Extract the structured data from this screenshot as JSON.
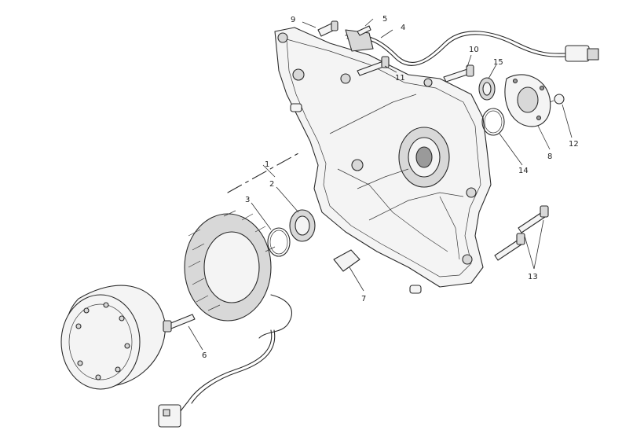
{
  "diagram": {
    "background_color": "#ffffff",
    "line_color": "#2a2a2a",
    "callouts": [
      {
        "id": "c1",
        "label": "1"
      },
      {
        "id": "c2",
        "label": "2"
      },
      {
        "id": "c3",
        "label": "3"
      },
      {
        "id": "c4",
        "label": "4"
      },
      {
        "id": "c5",
        "label": "5"
      },
      {
        "id": "c6",
        "label": "6"
      },
      {
        "id": "c7",
        "label": "7"
      },
      {
        "id": "c8",
        "label": "8"
      },
      {
        "id": "c9",
        "label": "9"
      },
      {
        "id": "c10",
        "label": "10"
      },
      {
        "id": "c11",
        "label": "11"
      },
      {
        "id": "c12",
        "label": "12"
      },
      {
        "id": "c13",
        "label": "13"
      },
      {
        "id": "c14",
        "label": "14"
      },
      {
        "id": "c15",
        "label": "15"
      }
    ]
  }
}
